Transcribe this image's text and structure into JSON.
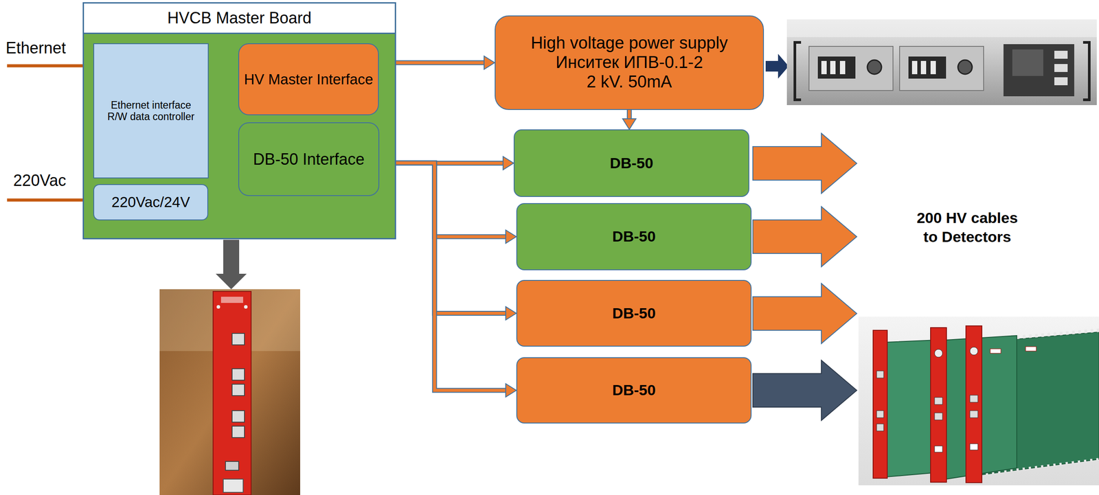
{
  "diagram": {
    "nodes": [
      {
        "text": [
          "HVCB Master Board"
        ]
      },
      {
        "text": [
          "Ethernet interface R/W data controller"
        ],
        "in": 0
      },
      {
        "text": [
          "HV Master Interface"
        ],
        "in": 0
      },
      {
        "text": [
          "DB-50 Interface"
        ],
        "in": 0
      },
      {
        "text": [
          "220Vac/24V"
        ],
        "in": 0
      },
      {
        "text": [
          "High voltage power supply",
          "Инситек ИПВ-0.1-2",
          "2 kV. 50mA"
        ]
      },
      {
        "text": [
          "DB-50"
        ]
      },
      {
        "text": [
          "DB-50"
        ]
      },
      {
        "text": [
          "DB-50"
        ]
      },
      {
        "text": [
          "DB-50"
        ]
      }
    ],
    "edges": [
      {
        "from": 1,
        "to": 2,
        "arrow": "both"
      },
      {
        "from": 1,
        "to": 3,
        "arrow": "both"
      },
      {
        "from": 2,
        "to": 5,
        "arrow": "to"
      },
      {
        "from": 5,
        "to": 6,
        "arrow": "to"
      },
      {
        "from": 3,
        "to": 6,
        "arrow": "to"
      },
      {
        "from": 3,
        "to": 7,
        "arrow": "to"
      },
      {
        "from": 3,
        "to": 8,
        "arrow": "to"
      },
      {
        "from": 3,
        "to": 9,
        "arrow": "to"
      }
    ],
    "labels": [
      "Ethernet",
      "220Vac",
      "200 HV cables to Detectors"
    ]
  }
}
